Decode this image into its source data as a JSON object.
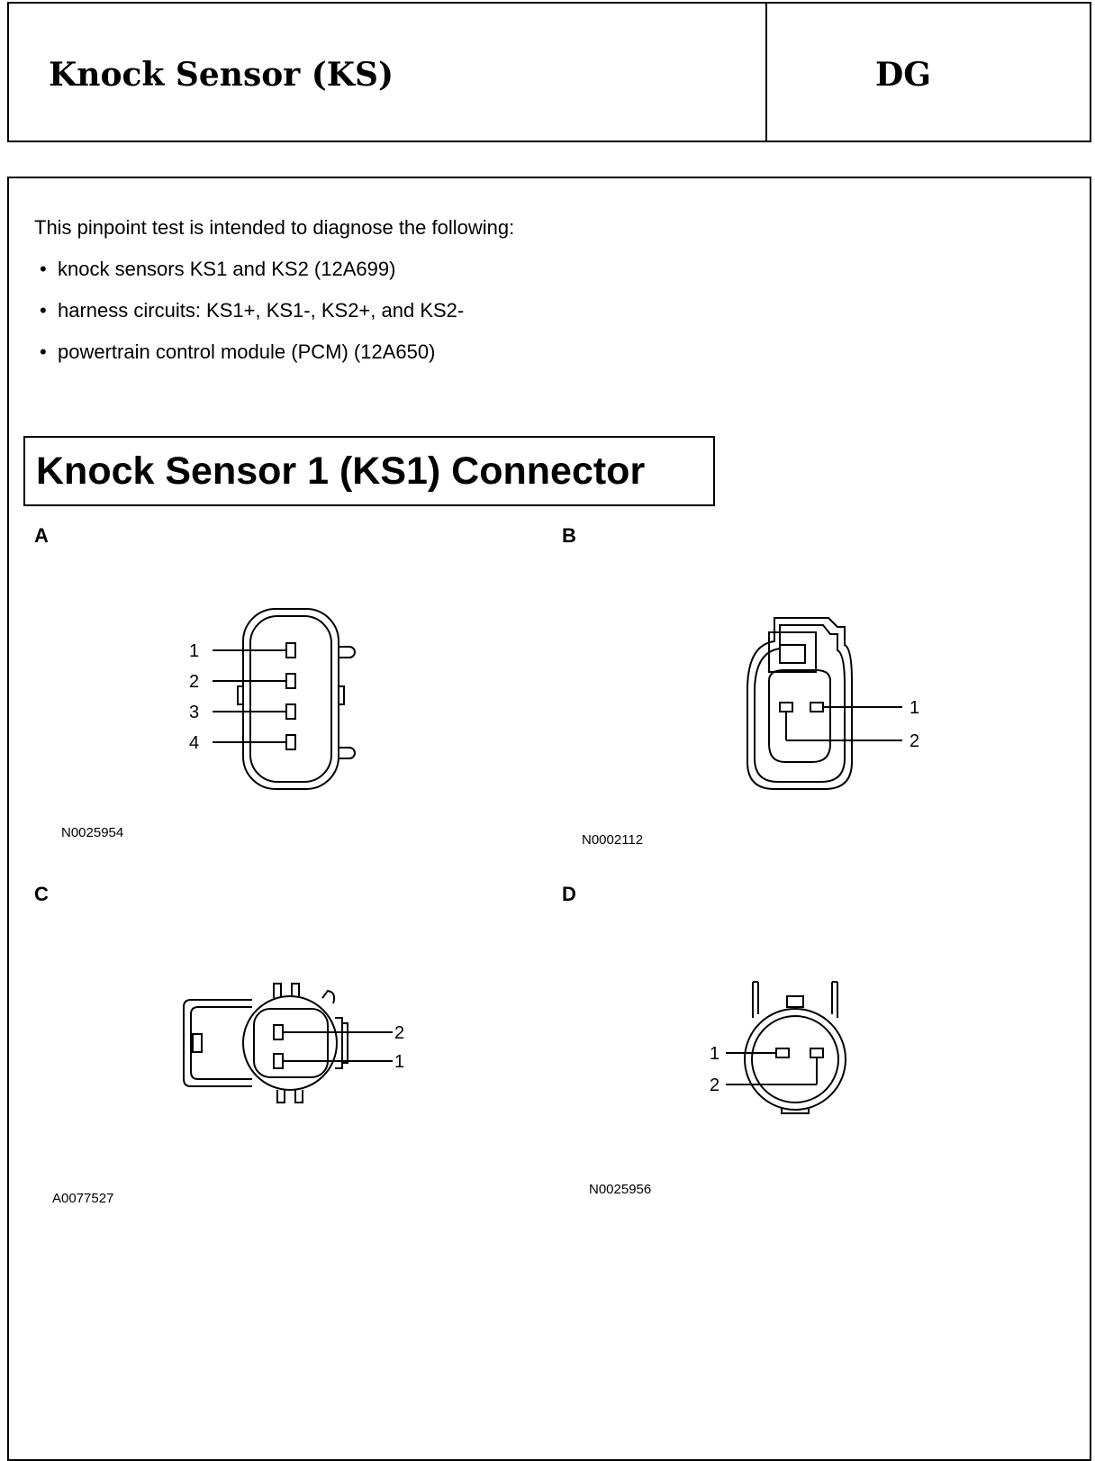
{
  "header": {
    "title": "Knock Sensor (KS)",
    "code": "DG"
  },
  "intro": {
    "lead": "This pinpoint test is intended to diagnose the following:",
    "items": [
      "knock sensors KS1 and KS2 (12A699)",
      "harness circuits: KS1+, KS1-, KS2+, and KS2-",
      "powertrain control module (PCM) (12A650)"
    ]
  },
  "section": {
    "title": "Knock Sensor 1 (KS1) Connector"
  },
  "panels": [
    {
      "letter": "A",
      "figure": "N0025954",
      "pins": [
        "1",
        "2",
        "3",
        "4"
      ]
    },
    {
      "letter": "B",
      "figure": "N0002112",
      "pins": [
        "1",
        "2"
      ]
    },
    {
      "letter": "C",
      "figure": "A0077527",
      "pins": [
        "2",
        "1"
      ]
    },
    {
      "letter": "D",
      "figure": "N0025956",
      "pins": [
        "1",
        "2"
      ]
    }
  ]
}
